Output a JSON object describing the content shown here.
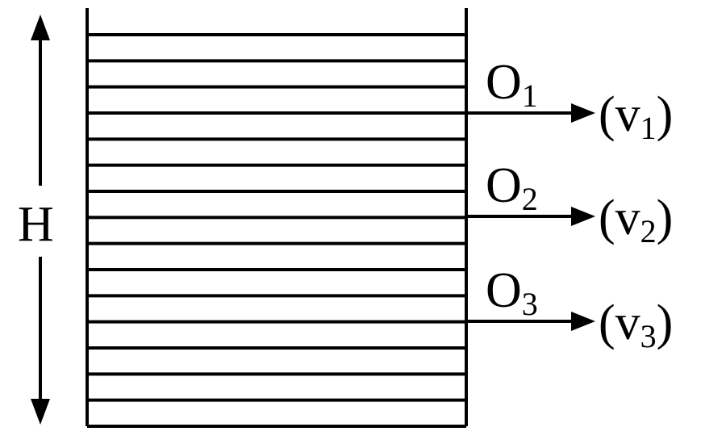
{
  "height_label": "H",
  "outlets": [
    {
      "orifice": "O",
      "orifice_sub": "1",
      "velocity_open": "(v",
      "velocity_sub": "1",
      "velocity_close": ")"
    },
    {
      "orifice": "O",
      "orifice_sub": "2",
      "velocity_open": "(v",
      "velocity_sub": "2",
      "velocity_close": ")"
    },
    {
      "orifice": "O",
      "orifice_sub": "3",
      "velocity_open": "(v",
      "velocity_sub": "3",
      "velocity_close": ")"
    }
  ]
}
